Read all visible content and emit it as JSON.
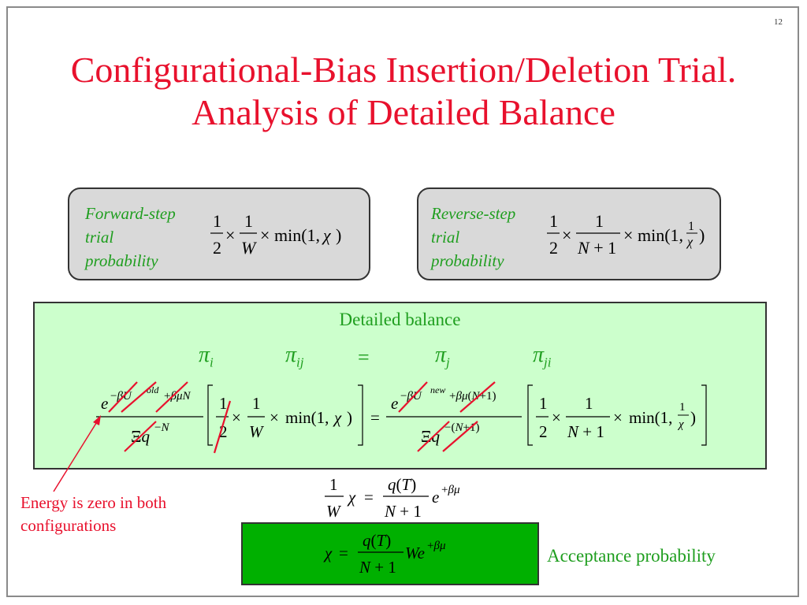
{
  "slide": {
    "page_number": "12",
    "title_line1": "Configurational-Bias Insertion/Deletion Trial.",
    "title_line2": "Analysis of Detailed Balance"
  },
  "forward": {
    "label": [
      "Forward-step",
      "trial",
      "probability"
    ],
    "formula": "1/2 × 1/W × min(1, χ)"
  },
  "reverse": {
    "label": [
      "Reverse-step",
      "trial",
      "probability"
    ],
    "formula": "1/2 × 1/(N+1) × min(1, 1/χ)"
  },
  "balance": {
    "title": "Detailed balance",
    "symbols": [
      "π_i",
      "π_ij",
      "=",
      "π_j",
      "π_ji"
    ],
    "equation": "e^(−βU^old + βμN)/(Ξ q^(−N)) [1/2 × 1/W × min(1, χ)] = e^(−βU^new + βμ(N+1))/(Ξ q^(−(N+1))) [1/2 × 1/(N+1) × min(1, 1/χ)]"
  },
  "relation": "χ/W = q(T)/(N+1) e^(+βμ)",
  "acceptance": {
    "formula": "χ = q(T)/(N+1) W e^(+βμ)",
    "label": "Acceptance probability"
  },
  "annotation": {
    "lines": [
      "Energy is zero in both",
      "configurations"
    ]
  },
  "colors": {
    "title": "#e8112d",
    "label": "#1f9e1f",
    "strike": "#e8112d",
    "gray_box": "#d9d9d9",
    "balance_box": "#ccffcc",
    "accept_box": "#00b000"
  }
}
